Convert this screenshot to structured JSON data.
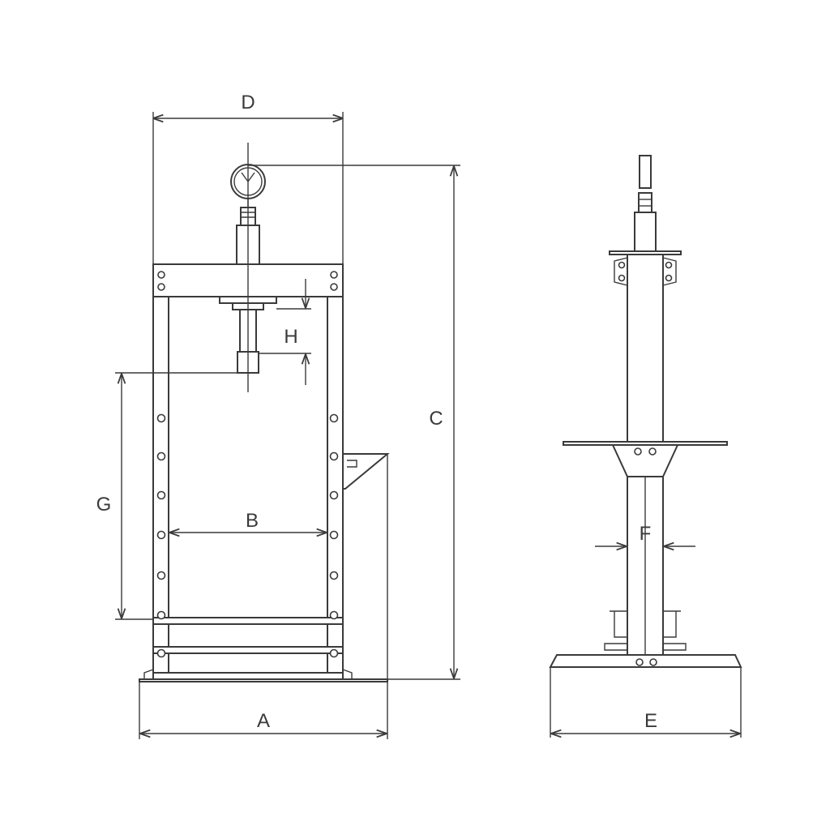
{
  "dimensions": {
    "A": "A",
    "B": "B",
    "C": "C",
    "D": "D",
    "E": "E",
    "F": "F",
    "G": "G",
    "H": "H"
  },
  "colors": {
    "line": "#3a3a3a",
    "background": "#ffffff"
  }
}
